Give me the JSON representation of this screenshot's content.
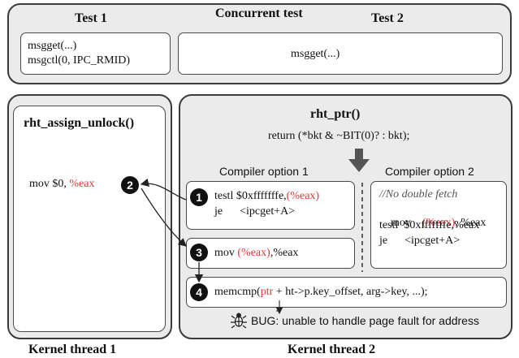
{
  "top": {
    "test1_label": "Test 1",
    "title": "Concurrent test",
    "test2_label": "Test 2",
    "test1_code": [
      "msgget(...)",
      "msgctl(0, IPC_RMID)"
    ],
    "test2_code": "msgget(...)"
  },
  "thread1": {
    "func_name": "rht_assign_unlock()",
    "mov_instr": "mov $0, ",
    "mov_reg": "%eax",
    "caption": "Kernel thread 1"
  },
  "thread2": {
    "func_name": "rht_ptr()",
    "return_stmt": "return (*bkt & ~BIT(0)? : bkt);",
    "option1_label": "Compiler option 1",
    "option2_label": "Compiler option 2",
    "opt1_line1_prefix": "testl $0xfffffffe,",
    "opt1_line1_reg": "(%eax)",
    "opt1_line2": "je      <ipcget+A>",
    "opt2_comment": "//No double fetch",
    "opt2_line1_a": "mov    ",
    "opt2_line1_reg": "(%eax)",
    "opt2_line1_b": ", %eax",
    "opt2_line2": "testl  $0xfffffffe,%eax",
    "opt2_line3": "je      <ipcget+A>",
    "step3_a": "mov ",
    "step3_reg": "(%eax)",
    "step3_b": ",%eax",
    "step4_a": "memcmp(",
    "step4_ptr": "ptr",
    "step4_b": " + ht->p.key_offset, arg->key, ...);",
    "bug_text": "BUG: unable to handle page fault for address",
    "caption": "Kernel thread 2"
  },
  "badges": [
    "1",
    "2",
    "3",
    "4"
  ],
  "icons": {
    "bug": "bug-icon",
    "down_arrow": "down-arrow-icon"
  },
  "colors": {
    "panel_bg": "#ebebeb",
    "highlight_red": "#e0393b",
    "badge": "#111111"
  }
}
